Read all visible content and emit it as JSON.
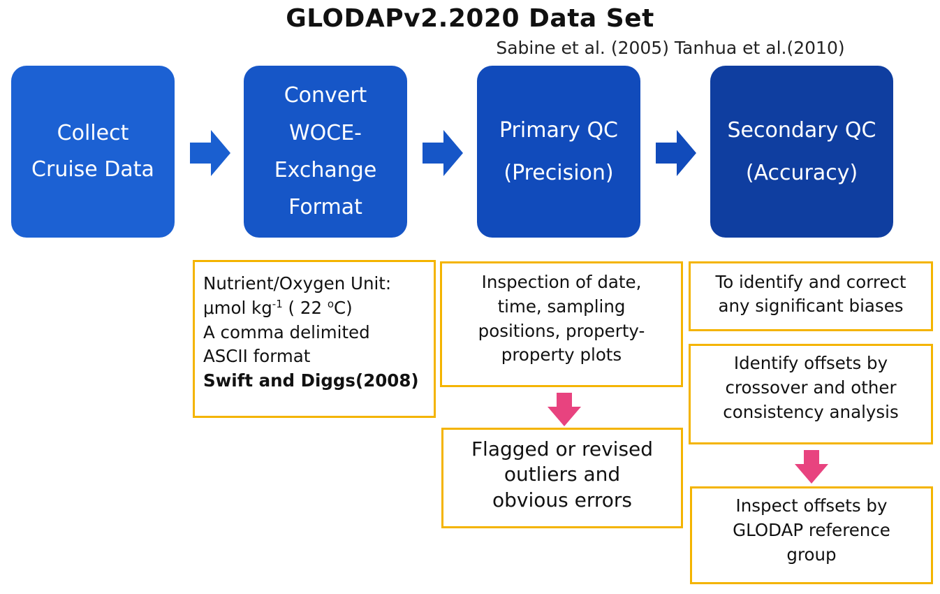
{
  "title": "GLODAPv2.2020 Data Set",
  "citation": "Sabine et al. (2005) Tanhua et al.(2010)",
  "colors": {
    "step_blue_1": "#1c61d3",
    "step_blue_2": "#1656c7",
    "step_blue_3": "#114bbb",
    "step_blue_4": "#0f3ea0",
    "flow_arrow": "#1a5fd0",
    "note_border": "#f4b400",
    "down_arrow": "#e8437f"
  },
  "icons": {
    "flow_arrow": "right-arrow-icon",
    "down_arrow": "down-arrow-icon"
  },
  "steps": [
    {
      "lines": [
        "Collect",
        "Cruise Data"
      ]
    },
    {
      "lines": [
        "Convert",
        "WOCE-",
        "Exchange",
        "Format"
      ]
    },
    {
      "lines": [
        "Primary QC",
        "(Precision)"
      ]
    },
    {
      "lines": [
        "Secondary QC",
        "(Accuracy)"
      ]
    }
  ],
  "notes": {
    "format": {
      "unit_label": "Nutrient/Oxygen Unit:",
      "unit_base": "μmol kg",
      "unit_exp": "-1",
      "unit_temp": " ( 22 ",
      "unit_deg": "o",
      "unit_end": "C)",
      "line3": "A comma delimited",
      "line4": "ASCII format",
      "reference": "Swift and Diggs(2008)"
    },
    "primary_inspection": [
      "Inspection of date,",
      "time, sampling",
      "positions, property-",
      "property plots"
    ],
    "primary_result": [
      "Flagged or revised",
      "outliers and",
      "obvious errors"
    ],
    "secondary_goal": [
      "To identify and correct",
      "any significant biases"
    ],
    "secondary_offsets": [
      "Identify offsets by",
      "crossover and other",
      "consistency analysis"
    ],
    "secondary_review": [
      "Inspect offsets by",
      "GLODAP reference",
      "group"
    ]
  }
}
